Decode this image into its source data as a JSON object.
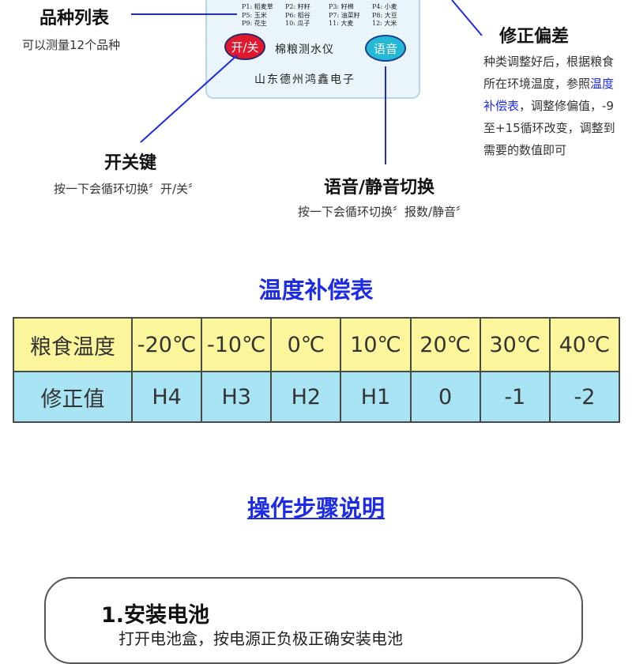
{
  "device": {
    "varieties": [
      "P1: 稻麦草",
      "P2: 籽籽",
      "P3: 籽棉",
      "P4: 小麦",
      "P5: 玉米",
      "P6: 稻谷",
      "P7: 油菜籽",
      "P8: 大豆",
      "P9: 花生",
      "10: 瓜子",
      "11: 大麦",
      "12: 大米"
    ],
    "power_button": "开/关",
    "voice_button": "语音",
    "name": "棉粮测水仪",
    "maker": "山东德州鸿鑫电子"
  },
  "callouts": {
    "variety_list": {
      "title": "品种列表",
      "desc": "可以测量12个品种"
    },
    "power_key": {
      "title": "开关键",
      "desc": "按一下会循环切换〞开/关〞"
    },
    "voice_toggle": {
      "title": "语音/静音切换",
      "desc": "按一下会循环切换〞报数/静音〞"
    },
    "correction": {
      "title": "修正偏差",
      "desc_before": "种类调整好后，根据粮食所在环境温度，参照",
      "desc_link": "温度补偿表",
      "desc_after": "，调整修偏值，-9至+15循环改变，调整到需要的数值即可"
    }
  },
  "compensation_table": {
    "title": "温度补偿表",
    "row_temperature": {
      "header": "粮食温度",
      "cells": [
        "-20℃",
        "-10℃",
        "0℃",
        "10℃",
        "20℃",
        "30℃",
        "40℃"
      ]
    },
    "row_correction": {
      "header": "修正值",
      "cells": [
        "H4",
        "H3",
        "H2",
        "H1",
        "0",
        "-1",
        "-2"
      ]
    },
    "colors": {
      "temperature_row": "#fbf59c",
      "correction_row": "#a8e4f3"
    }
  },
  "steps": {
    "title": "操作步骤说明",
    "step1_title": "1.安装电池",
    "step1_text": "打开电池盒，按电源正负极正确安装电池"
  },
  "colors": {
    "accent_blue": "#1d2be6",
    "power_red": "#e01a2e",
    "voice_cyan": "#22b8d6"
  }
}
